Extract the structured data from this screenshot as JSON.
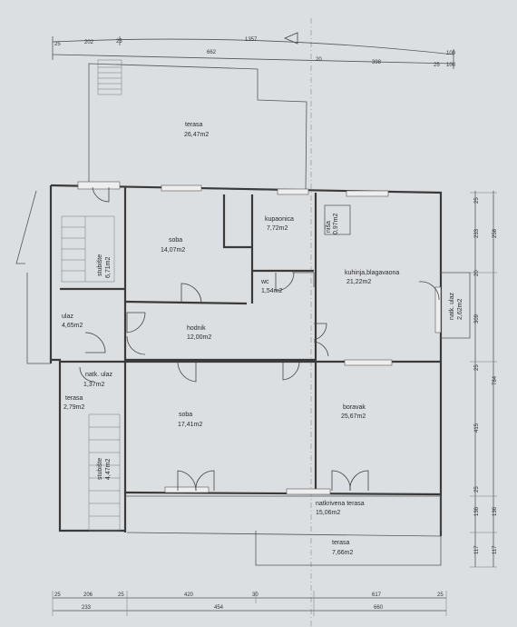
{
  "rooms": {
    "terasa_top": {
      "name": "terasa",
      "area": "26,47m2"
    },
    "soba_1": {
      "name": "soba",
      "area": "14,07m2"
    },
    "kupaonica": {
      "name": "kupaonica",
      "area": "7,72m2"
    },
    "nisa": {
      "name": "niša",
      "area": "0,97m2"
    },
    "stubiste_1": {
      "name": "stubište",
      "area": "6,71m2"
    },
    "kuhinja": {
      "name": "kuhinja,blagavaona",
      "area": "21,22m2"
    },
    "wc": {
      "name": "wc",
      "area": "1,54m2"
    },
    "ulaz": {
      "name": "ulaz",
      "area": "4,65m2"
    },
    "hodnik": {
      "name": "hodnik",
      "area": "12,00m2"
    },
    "natk_ulaz_side": {
      "name": "natk. ulaz",
      "area": "2,62m2"
    },
    "natk_ulaz": {
      "name": "natk. ulaz",
      "area": "1,37m2"
    },
    "terasa_left": {
      "name": "terasa",
      "area": "2,79m2"
    },
    "soba_2": {
      "name": "soba",
      "area": "17,41m2"
    },
    "boravak": {
      "name": "boravak",
      "area": "25,67m2"
    },
    "stubiste_2": {
      "name": "stubište",
      "area": "4,47m2"
    },
    "natkrivena_terasa": {
      "name": "natkrivena terasa",
      "area": "15,06m2"
    },
    "terasa_bottom": {
      "name": "terasa",
      "area": "7,66m2"
    }
  },
  "dimensions": {
    "top_row1": [
      "25",
      "202",
      "25",
      "1357"
    ],
    "top_row2": [
      "662",
      "20",
      "398",
      "25"
    ],
    "top_right": [
      "100",
      "100"
    ],
    "right_col1": [
      "25",
      "233",
      "20",
      "309",
      "25",
      "415",
      "25",
      "136",
      "117"
    ],
    "right_col2": [
      "258",
      "784",
      "136",
      "117"
    ],
    "bottom_row1": [
      "25",
      "206",
      "25",
      "420",
      "30",
      "617",
      "25"
    ],
    "bottom_row2": [
      "233",
      "454",
      "660"
    ]
  }
}
